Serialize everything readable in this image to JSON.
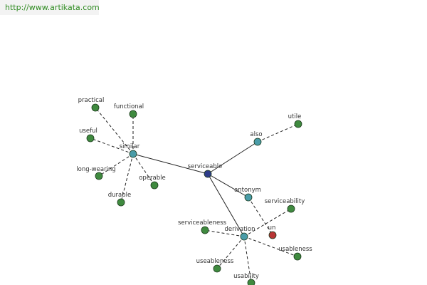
{
  "banner": {
    "url": "http://www.artikata.com"
  },
  "graph": {
    "colors": {
      "leaf": "#3f8a3f",
      "relation": "#4a9ca8",
      "center": "#2e3c8a",
      "special": "#b83535",
      "edge": "#222222"
    },
    "nodes": [
      {
        "id": "serviceable",
        "label": "serviceable",
        "kind": "center"
      },
      {
        "id": "similar",
        "label": "similar",
        "kind": "relation"
      },
      {
        "id": "also",
        "label": "also",
        "kind": "relation"
      },
      {
        "id": "antonym",
        "label": "antonym",
        "kind": "relation"
      },
      {
        "id": "derivation",
        "label": "derivation",
        "kind": "relation"
      },
      {
        "id": "practical",
        "label": "practical",
        "kind": "leaf"
      },
      {
        "id": "functional",
        "label": "functional",
        "kind": "leaf"
      },
      {
        "id": "useful",
        "label": "useful",
        "kind": "leaf"
      },
      {
        "id": "long-wearing",
        "label": "long-wearing",
        "kind": "leaf"
      },
      {
        "id": "operable",
        "label": "operable",
        "kind": "leaf"
      },
      {
        "id": "durable",
        "label": "durable",
        "kind": "leaf"
      },
      {
        "id": "utile",
        "label": "utile",
        "kind": "leaf"
      },
      {
        "id": "un",
        "label": "un",
        "kind": "special"
      },
      {
        "id": "serviceability",
        "label": "serviceability",
        "kind": "leaf"
      },
      {
        "id": "serviceableness",
        "label": "serviceableness",
        "kind": "leaf"
      },
      {
        "id": "usableness",
        "label": "usableness",
        "kind": "leaf"
      },
      {
        "id": "useableness",
        "label": "useableness",
        "kind": "leaf"
      },
      {
        "id": "usability",
        "label": "usability",
        "kind": "leaf"
      }
    ],
    "edges": [
      {
        "from": "serviceable",
        "to": "similar",
        "style": "solid"
      },
      {
        "from": "serviceable",
        "to": "also",
        "style": "solid"
      },
      {
        "from": "serviceable",
        "to": "antonym",
        "style": "solid"
      },
      {
        "from": "serviceable",
        "to": "derivation",
        "style": "solid"
      },
      {
        "from": "similar",
        "to": "practical",
        "style": "dashed"
      },
      {
        "from": "similar",
        "to": "functional",
        "style": "dashed"
      },
      {
        "from": "similar",
        "to": "useful",
        "style": "dashed"
      },
      {
        "from": "similar",
        "to": "long-wearing",
        "style": "dashed"
      },
      {
        "from": "similar",
        "to": "operable",
        "style": "dashed"
      },
      {
        "from": "similar",
        "to": "durable",
        "style": "dashed"
      },
      {
        "from": "also",
        "to": "utile",
        "style": "dashed"
      },
      {
        "from": "antonym",
        "to": "un",
        "style": "dashed"
      },
      {
        "from": "derivation",
        "to": "serviceability",
        "style": "dashed"
      },
      {
        "from": "derivation",
        "to": "serviceableness",
        "style": "dashed"
      },
      {
        "from": "derivation",
        "to": "usableness",
        "style": "dashed"
      },
      {
        "from": "derivation",
        "to": "useableness",
        "style": "dashed"
      },
      {
        "from": "derivation",
        "to": "usability",
        "style": "dashed"
      }
    ]
  }
}
